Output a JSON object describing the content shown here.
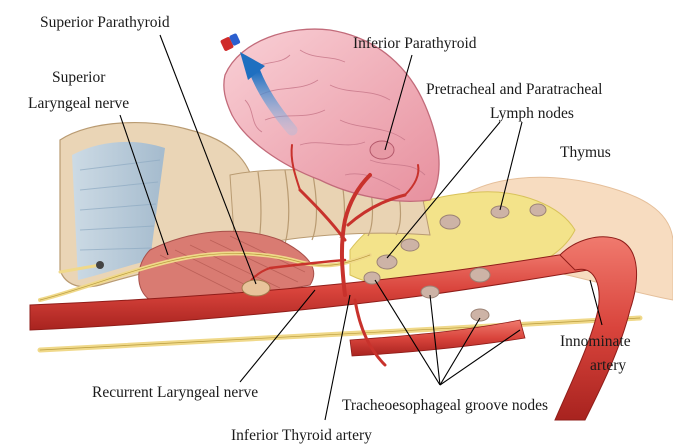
{
  "labels": {
    "superior_parathyroid": "Superior Parathyroid",
    "inferior_parathyroid": "Inferior Parathyroid",
    "superior_laryngeal_nerve_1": "Superior",
    "superior_laryngeal_nerve_2": "Laryngeal nerve",
    "pretracheal_1": "Pretracheal and Paratracheal",
    "pretracheal_2": "Lymph nodes",
    "thymus": "Thymus",
    "innominate_1": "Innominate",
    "innominate_2": "artery",
    "recurrent_laryngeal_nerve": "Recurrent Laryngeal nerve",
    "tracheoesophageal_nodes": "Tracheoesophageal groove nodes",
    "inferior_thyroid_artery": "Inferior Thyroid artery"
  },
  "colors": {
    "artery": "#d9443c",
    "artery_dark": "#a8231f",
    "thyroid": "#f2b6c0",
    "muscle": "#d97b72",
    "cartilage": "#e9d3b3",
    "trachea_blue": "#b9cfe2",
    "fat": "#f3e38a",
    "nerve": "#f0d98a",
    "thymus": "#f7dcc0",
    "arrow": "#2f7fc8"
  }
}
